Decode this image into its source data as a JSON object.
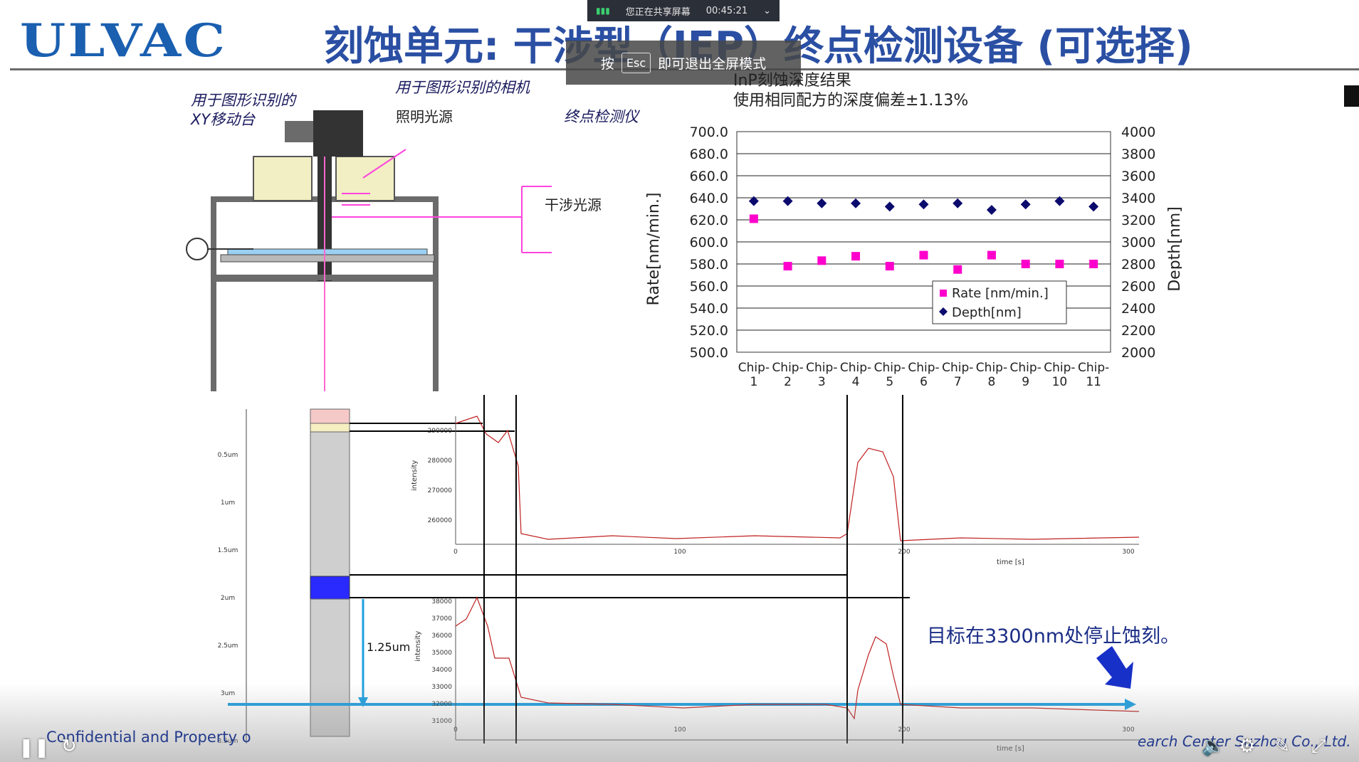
{
  "header": {
    "logo": "ULVAC",
    "title": "刻蚀单元: 干涉型（IEP）终点检测设备 (可选择)"
  },
  "share_bar": {
    "status": "您正在共享屏幕",
    "time": "00:45:21"
  },
  "fullscreen_hint": {
    "prefix": "按",
    "key": "Esc",
    "suffix": "即可退出全屏模式"
  },
  "diagram": {
    "xy_stage_line1": "用于图形识别的",
    "xy_stage_line2": "XY移动台",
    "camera": "用于图形识别的相机",
    "illumination": "照明光源",
    "detector": "终点检测仪",
    "interference": "干涉光源"
  },
  "results": {
    "title": "InP刻蚀深度结果",
    "subtitle": "使用相同配方的深度偏差±1.13%"
  },
  "chart_data": {
    "type": "scatter",
    "categories": [
      "Chip-1",
      "Chip-2",
      "Chip-3",
      "Chip-4",
      "Chip-5",
      "Chip-6",
      "Chip-7",
      "Chip-8",
      "Chip-9",
      "Chip-10",
      "Chip-11"
    ],
    "series": [
      {
        "name": "Rate [nm/min.]",
        "axis": "left",
        "color": "#ff00cc",
        "values": [
          621,
          578,
          583,
          587,
          578,
          588,
          575,
          588,
          580,
          580,
          580
        ]
      },
      {
        "name": "Depth[nm]",
        "axis": "right",
        "color": "#0b0b6e",
        "values": [
          3370,
          3370,
          3350,
          3350,
          3320,
          3340,
          3350,
          3290,
          3340,
          3370,
          3320
        ]
      }
    ],
    "ylabel": "Rate[nm/min.]",
    "y2label": "Depth[nm]",
    "ylim": [
      500,
      700
    ],
    "y2lim": [
      2000,
      4000
    ],
    "yticks": [
      "700.0",
      "680.0",
      "660.0",
      "640.0",
      "620.0",
      "600.0",
      "580.0",
      "560.0",
      "540.0",
      "520.0",
      "500.0"
    ],
    "y2ticks": [
      "4000",
      "3800",
      "3600",
      "3400",
      "3200",
      "3000",
      "2800",
      "2600",
      "2400",
      "2200",
      "2000"
    ],
    "grid": true,
    "legend": "lower-right"
  },
  "traces": {
    "y_label": "intensity",
    "x_label": "time [s]",
    "x_ticks": [
      "0",
      "100",
      "200",
      "300"
    ],
    "top_yticks": [
      "290000",
      "280000",
      "270000",
      "260000"
    ],
    "bottom_yticks": [
      "38000",
      "37000",
      "36000",
      "35000",
      "34000",
      "33000",
      "32000",
      "31000"
    ],
    "depth_marker": "1.25um",
    "scale_ticks": [
      "0.5um",
      "1um",
      "1.5um",
      "2um",
      "2.5um",
      "3um",
      "3.5um"
    ]
  },
  "annotation": "目标在3300nm处停止蚀刻。",
  "footer": {
    "left": "Confidential and Property o",
    "right": "earch Center Suzhou Co., Ltd."
  }
}
